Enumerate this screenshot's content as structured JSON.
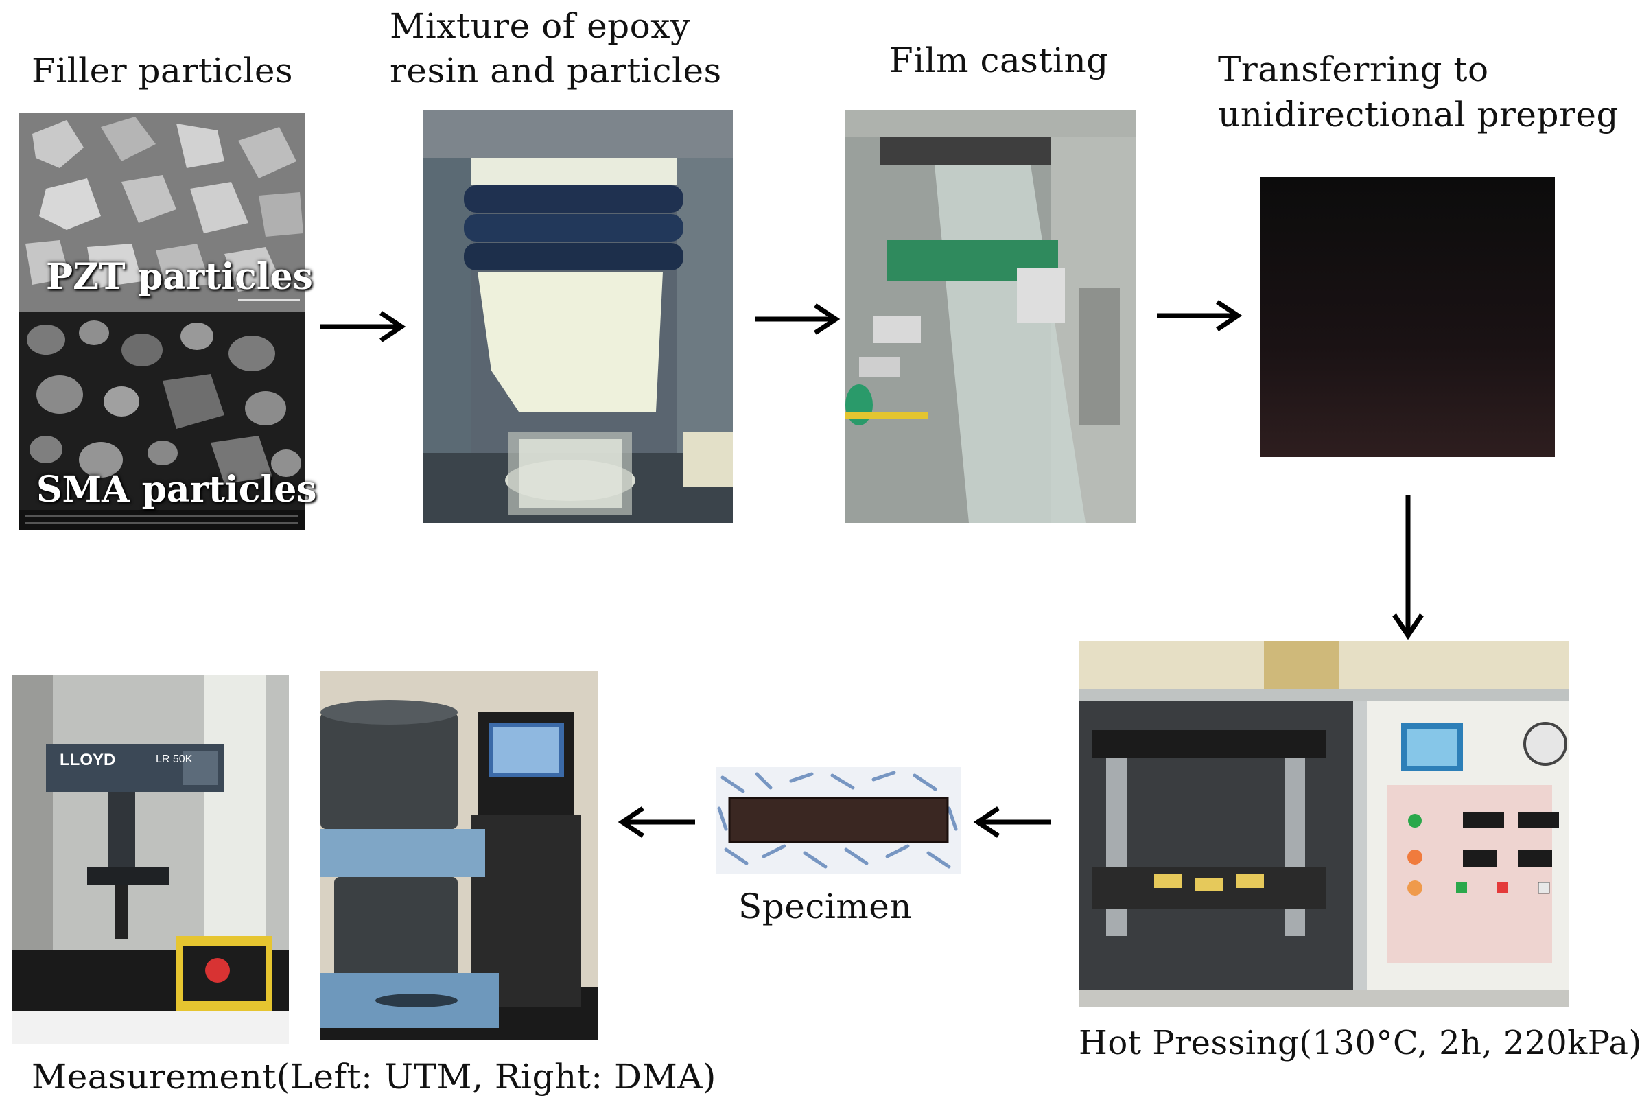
{
  "steps": {
    "filler": {
      "title": "Filler particles",
      "pzt_label": "PZT particles",
      "sma_label": "SMA particles"
    },
    "mixture": {
      "title_line1": "Mixture of epoxy",
      "title_line2": "resin and particles"
    },
    "film": {
      "title": "Film casting"
    },
    "transfer": {
      "title_line1": "Transferring to",
      "title_line2": "unidirectional prepreg"
    },
    "hot_pressing": {
      "caption": "Hot Pressing(130°C, 2h, 220kPa)"
    },
    "specimen": {
      "caption": "Specimen"
    },
    "measurement": {
      "caption": "Measurement(Left: UTM, Right: DMA)",
      "utm_brand": "LLOYD",
      "utm_model": "LR 50K"
    }
  },
  "colors": {
    "arrow": "#000000",
    "text": "#111111",
    "sem_label": "#ffffff"
  }
}
